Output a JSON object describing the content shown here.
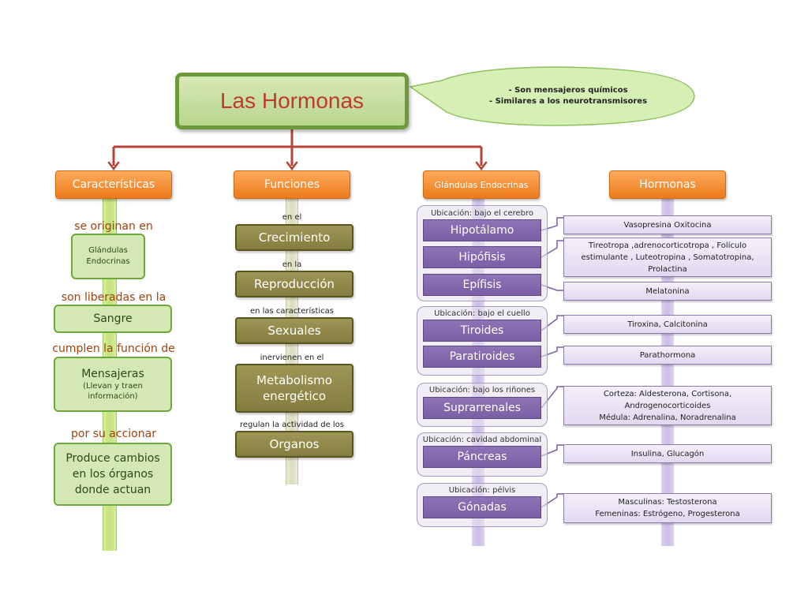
{
  "title": "Las Hormonas",
  "bubble": {
    "line1": "- Son mensajeros químicos",
    "line2": "- Similares a los neurotransmisores"
  },
  "headers": {
    "caracteristicas": "Características",
    "funciones": "Funciones",
    "glandulas": "Glándulas Endocrinas",
    "hormonas": "Hormonas"
  },
  "caracteristicas": {
    "label1": "se originan en",
    "box1_line1": "Glándulas",
    "box1_line2": "Endocrinas",
    "label2": "son liberadas en la",
    "box2": "Sangre",
    "label3": "cumplen la función de",
    "box3_title": "Mensajeras",
    "box3_sub1": "(Llevan y traen",
    "box3_sub2": "información)",
    "label4": "por su accionar",
    "box4_line1": "Produce cambios",
    "box4_line2": "en los órganos",
    "box4_line3": "donde actuan"
  },
  "funciones": [
    {
      "label": "en el",
      "box_line1": "Crecimiento",
      "box_line2": ""
    },
    {
      "label": "en la",
      "box_line1": "Reproducción",
      "box_line2": ""
    },
    {
      "label": "en las características",
      "box_line1": "Sexuales",
      "box_line2": ""
    },
    {
      "label": "inervienen en el",
      "box_line1": "Metabolismo",
      "box_line2": "energético"
    },
    {
      "label": "regulan la actividad de los",
      "box_line1": "Organos",
      "box_line2": ""
    }
  ],
  "glandulas": {
    "groups": [
      {
        "ubicacion": "Ubicación: bajo el cerebro",
        "glands": [
          "Hipotálamo",
          "Hipófisis",
          "Epífisis"
        ]
      },
      {
        "ubicacion": "Ubicación: bajo el cuello",
        "glands": [
          "Tiroides",
          "Paratiroides"
        ]
      },
      {
        "ubicacion": "Ubicación: bajo los riñones",
        "glands": [
          "Suprarrenales"
        ]
      },
      {
        "ubicacion": "Ubicación: cavidad abdominal",
        "glands": [
          "Páncreas"
        ]
      },
      {
        "ubicacion": "Ubicación: pélvis",
        "glands": [
          "Gónadas"
        ]
      }
    ]
  },
  "hormonas": [
    {
      "lines": [
        "Vasopresina   Oxitocina"
      ]
    },
    {
      "lines": [
        "Tireotropa ,adrenocorticotropa , Folículo",
        "estimulante , Luteotropina , Somatotropina,",
        "Prolactina"
      ]
    },
    {
      "lines": [
        "Melatonina"
      ]
    },
    {
      "lines": [
        "Tiroxina,  Calcitonina"
      ]
    },
    {
      "lines": [
        "Parathormona"
      ]
    },
    {
      "lines": [
        "Corteza: Aldesterona,  Cortisona,",
        "Androgenocorticoides",
        "Médula: Adrenalina, Noradrenalina"
      ]
    },
    {
      "lines": [
        "Insulina,  Glucagón"
      ]
    },
    {
      "lines": [
        "Masculinas:  Testosterona",
        "Femeninas:  Estrógeno, Progesterona"
      ]
    }
  ],
  "colors": {
    "title_text": "#c0392b",
    "title_border": "#6c9a3a",
    "header_orange": "#f08a2a",
    "connector": "#b5433a",
    "olive": "#8c8547",
    "purple": "#7e64a8"
  }
}
